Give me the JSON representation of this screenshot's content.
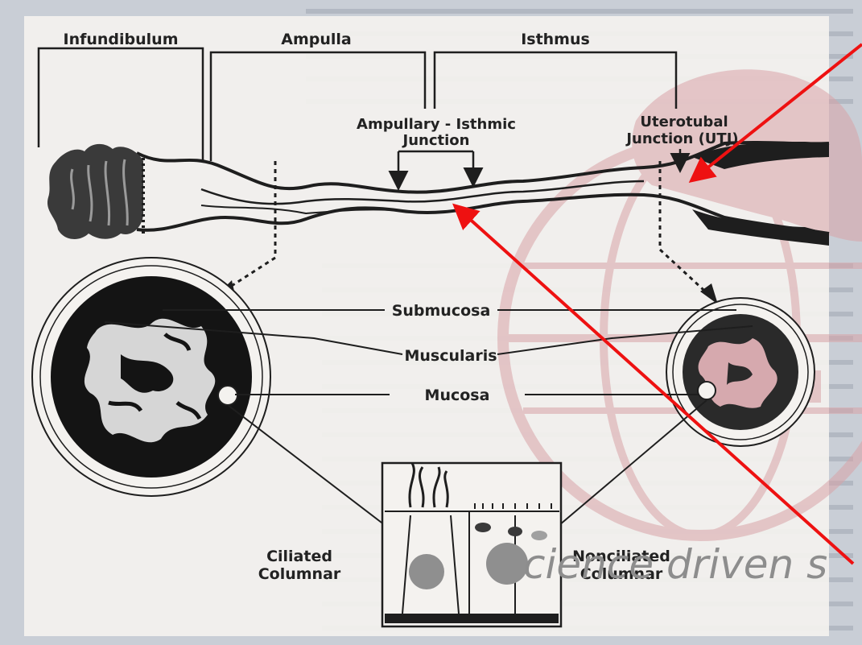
{
  "labels": {
    "infundibulum": "Infundibulum",
    "ampulla": "Ampulla",
    "isthmus": "Isthmus",
    "ampullary_isthmic_line1": "Ampullary - Isthmic",
    "ampullary_isthmic_line2": "Junction",
    "uterotubal_line1": "Uterotubal",
    "uterotubal_line2": "Junction (UTJ)",
    "submucosa": "Submucosa",
    "muscularis": "Muscularis",
    "mucosa": "Mucosa",
    "ciliated_line1": "Ciliated",
    "ciliated_line2": "Columnar",
    "nonciliated_line1": "Nonciliated",
    "nonciliated_line2": "Columnar"
  },
  "watermark": {
    "text": "cience driven s"
  },
  "colors": {
    "page": "#c9ced6",
    "diagram_panel": "#f4f2ef",
    "ink": "#1e1e1e",
    "logo_pink": "#d9a3a8",
    "arrow_red": "#ee1111"
  }
}
